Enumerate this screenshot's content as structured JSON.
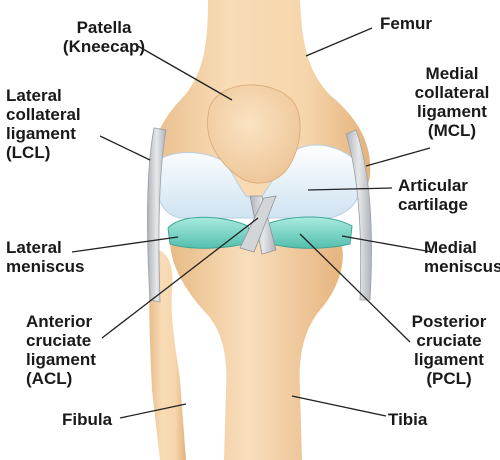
{
  "labels": {
    "patella": "Patella\n(Kneecap)",
    "femur": "Femur",
    "lcl": "Lateral\ncollateral\nligament\n(LCL)",
    "mcl": "Medial\ncollateral\nligament\n(MCL)",
    "cartilage": "Articular\ncartilage",
    "lateral_meniscus": "Lateral\nmeniscus",
    "medial_meniscus": "Medial\nmeniscus",
    "acl": "Anterior\ncruciate\nligament\n(ACL)",
    "pcl": "Posterior\ncruciate\nligament\n(PCL)",
    "fibula": "Fibula",
    "tibia": "Tibia"
  },
  "colors": {
    "bone": "#f4d3a8",
    "bone_shade": "#e8bd8a",
    "cartilage": "#e3f0f8",
    "meniscus": "#7fd6c6",
    "ligament": "#c9ccd0",
    "leader_line": "#222222"
  }
}
